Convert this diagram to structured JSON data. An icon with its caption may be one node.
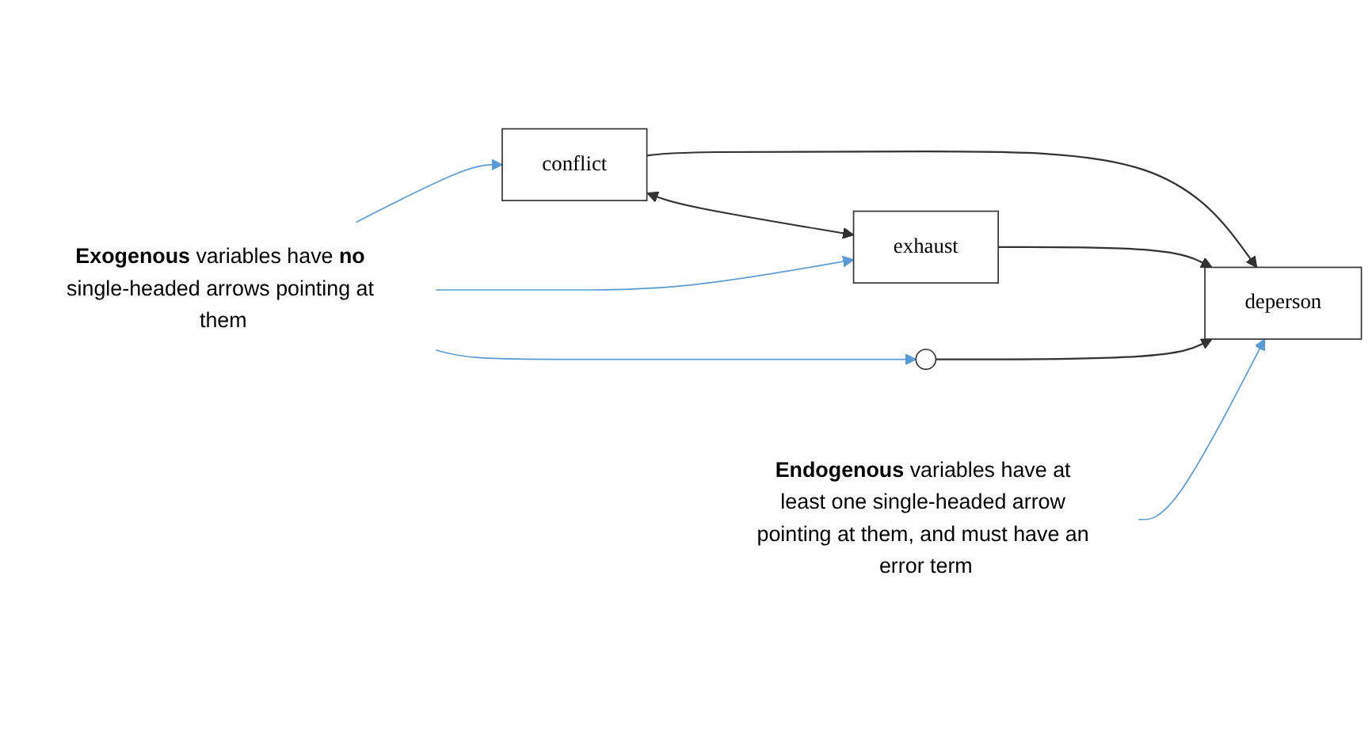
{
  "diagram": {
    "nodes": [
      {
        "text": [
          "conflict"
        ]
      },
      {
        "text": [
          "exhaust"
        ]
      },
      {
        "text": [
          "deperson"
        ]
      },
      {
        "text": [],
        "shape": "circle"
      },
      {
        "text": [
          "**Endogenous** variables have at least one single-headed arrow pointing at them, and must have an error term"
        ]
      },
      {
        "text": [
          "**Exogenous** variables have **no** single-headed arrows pointing at them"
        ]
      }
    ],
    "edges": [
      {
        "from": 0,
        "to": 2,
        "arrow": "to"
      },
      {
        "from": 1,
        "to": 2,
        "arrow": "to"
      },
      {
        "from": 0,
        "to": 1,
        "arrow": "both"
      },
      {
        "from": 3,
        "to": 2,
        "arrow": "to"
      },
      {
        "from": 4,
        "to": 2,
        "arrow": "to",
        "color": "#5b9bd5"
      },
      {
        "from": 5,
        "to": 0,
        "arrow": "to",
        "color": "#5b9bd5"
      },
      {
        "from": 5,
        "to": 1,
        "arrow": "to",
        "color": "#5b9bd5"
      },
      {
        "from": 5,
        "to": 3,
        "arrow": "to",
        "color": "#5b9bd5"
      }
    ]
  }
}
